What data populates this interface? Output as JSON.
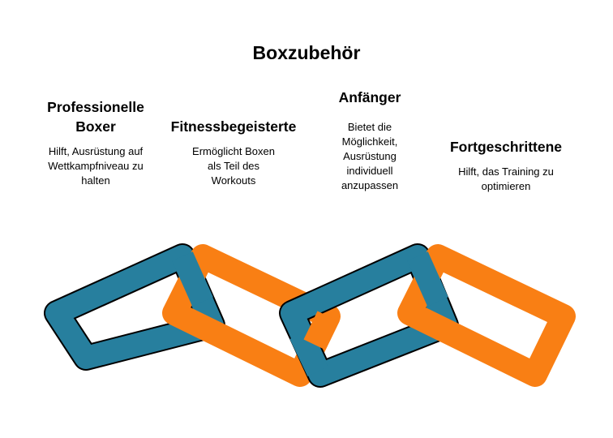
{
  "title": "Boxzubehör",
  "items": [
    {
      "heading": "Professionelle Boxer",
      "text": "Hilft, Ausrüstung auf Wettkampfniveau zu halten",
      "color": "#277f9e"
    },
    {
      "heading": "Fitnessbegeisterte",
      "text": "Ermöglicht Boxen als Teil des Workouts",
      "color": "#f97f14"
    },
    {
      "heading": "Anfänger",
      "text": "Bietet die Möglichkeit, Ausrüstung individuell anzupassen",
      "color": "#277f9e"
    },
    {
      "heading": "Fortgeschrittene",
      "text": "Hilft, das Training zu optimieren",
      "color": "#f97f14"
    }
  ]
}
